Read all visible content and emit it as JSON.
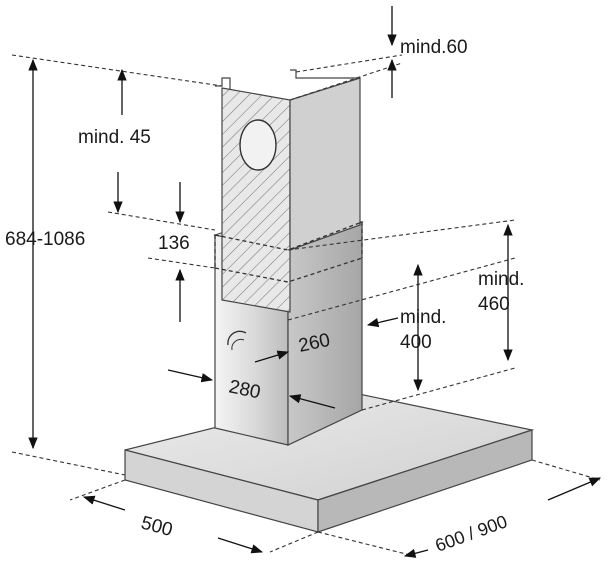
{
  "labels": {
    "clearance_top": "mind.60",
    "clearance_ceiling": "mind. 45",
    "height_range": "684-1086",
    "overlap": "136",
    "clearance_side_line1": "mind.",
    "clearance_side_value": "400",
    "clearance_wall_line1": "mind.",
    "clearance_wall_value": "460",
    "chimney_depth": "260",
    "chimney_width": "280",
    "canopy_width": "500",
    "canopy_depth": "600 / 900"
  }
}
